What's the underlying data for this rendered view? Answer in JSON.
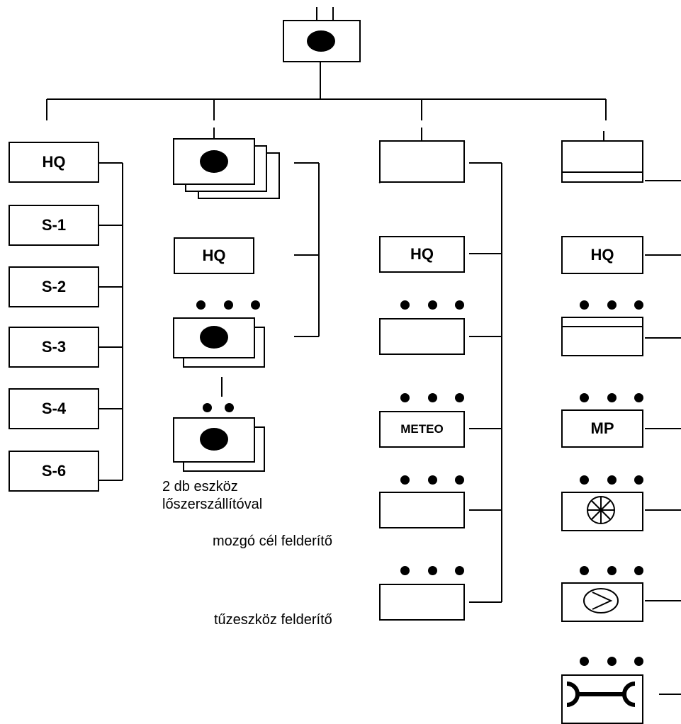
{
  "hq_label": "HQ",
  "column1": {
    "staff_sections": [
      "S-1",
      "S-2",
      "S-3",
      "S-4",
      "S-6"
    ]
  },
  "column2": {
    "ammo_caption_line1": "2 db eszköz",
    "ammo_caption_line2": "lőszerszállítóval"
  },
  "column3": {
    "meteo_label": "METEO",
    "moving_target_caption": "mozgó cél felderítő",
    "artillery_locating_caption": "tűzeszköz felderítő"
  },
  "column4": {
    "mp_label": "MP"
  }
}
